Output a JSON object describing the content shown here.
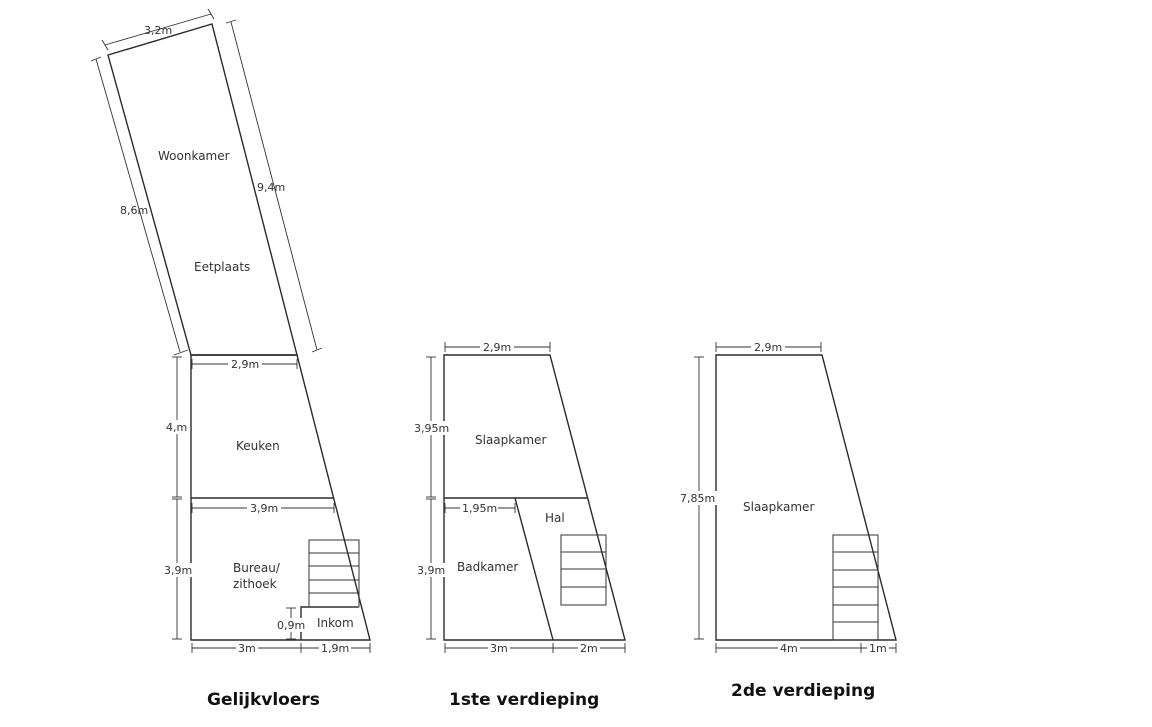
{
  "floors": {
    "ground": {
      "title": "Gelijkvloers",
      "rooms": {
        "woonkamer": "Woonkamer",
        "eetplaats": "Eetplaats",
        "keuken": "Keuken",
        "bureau_line1": "Bureau/",
        "bureau_line2": "zithoek",
        "inkom": "Inkom"
      },
      "dims": {
        "top": "3,2m",
        "left_long": "8,6m",
        "right_long": "9,4m",
        "keuken_width": "2,9m",
        "keuken_height": "4,m",
        "bureau_width": "3,9m",
        "bureau_height": "3,9m",
        "inkom_height": "0,9m",
        "bottom_left": "3m",
        "bottom_right": "1,9m"
      }
    },
    "first": {
      "title": "1ste verdieping",
      "rooms": {
        "slaapkamer": "Slaapkamer",
        "hal": "Hal",
        "badkamer": "Badkamer"
      },
      "dims": {
        "top": "2,9m",
        "upper_height": "3,95m",
        "mid_width": "1,95m",
        "lower_height": "3,9m",
        "bottom_left": "3m",
        "bottom_right": "2m"
      }
    },
    "second": {
      "title": "2de verdieping",
      "rooms": {
        "slaapkamer": "Slaapkamer"
      },
      "dims": {
        "top": "2,9m",
        "height": "7,85m",
        "bottom_left": "4m",
        "bottom_right": "1m"
      }
    }
  }
}
